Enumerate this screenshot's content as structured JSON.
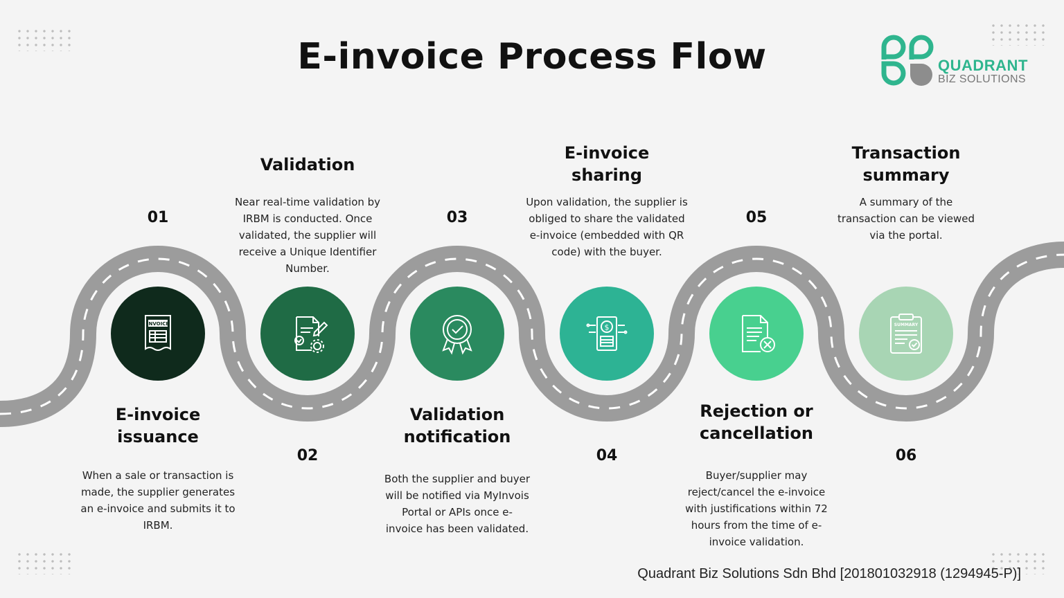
{
  "title": "E-invoice Process Flow",
  "logo": {
    "line1": "QUADRANT",
    "line2": "BIZ SOLUTIONS",
    "brand_color": "#2fb58e"
  },
  "footer": "Quadrant Biz Solutions Sdn Bhd [201801032918 (1294945-P)]",
  "steps": [
    {
      "number": "01",
      "title": "E-invoice issuance",
      "description": "When a sale or transaction is made, the supplier generates an e-invoice and submits it to IRBM.",
      "icon": "invoice-icon",
      "icon_label": "INVOICE",
      "color": "#0f2a1c"
    },
    {
      "number": "02",
      "title": "Validation",
      "description": "Near real-time validation by IRBM is conducted. Once validated, the supplier will receive a Unique Identifier Number.",
      "icon": "document-edit-gear-icon",
      "color": "#1f6b45"
    },
    {
      "number": "03",
      "title": "Validation notification",
      "description": "Both the supplier and buyer will be notified via MyInvois Portal or APIs once e-invoice has been validated.",
      "icon": "award-badge-check-icon",
      "color": "#2a8a5f"
    },
    {
      "number": "04",
      "title": "E-invoice sharing",
      "description": "Upon validation, the supplier is obliged to share the validated e-invoice (embedded with QR code) with the buyer.",
      "icon": "invoice-dollar-icon",
      "color": "#2db394"
    },
    {
      "number": "05",
      "title": "Rejection or cancellation",
      "description": "Buyer/supplier may reject/cancel the e-invoice with justifications within 72 hours from the time of e-invoice validation.",
      "icon": "document-cancel-icon",
      "color": "#48d08f"
    },
    {
      "number": "06",
      "title": "Transaction summary",
      "description": "A summary of the transaction can be viewed via the portal.",
      "icon": "clipboard-summary-icon",
      "icon_label": "SUMMARY",
      "color": "#a8d5b4"
    }
  ]
}
